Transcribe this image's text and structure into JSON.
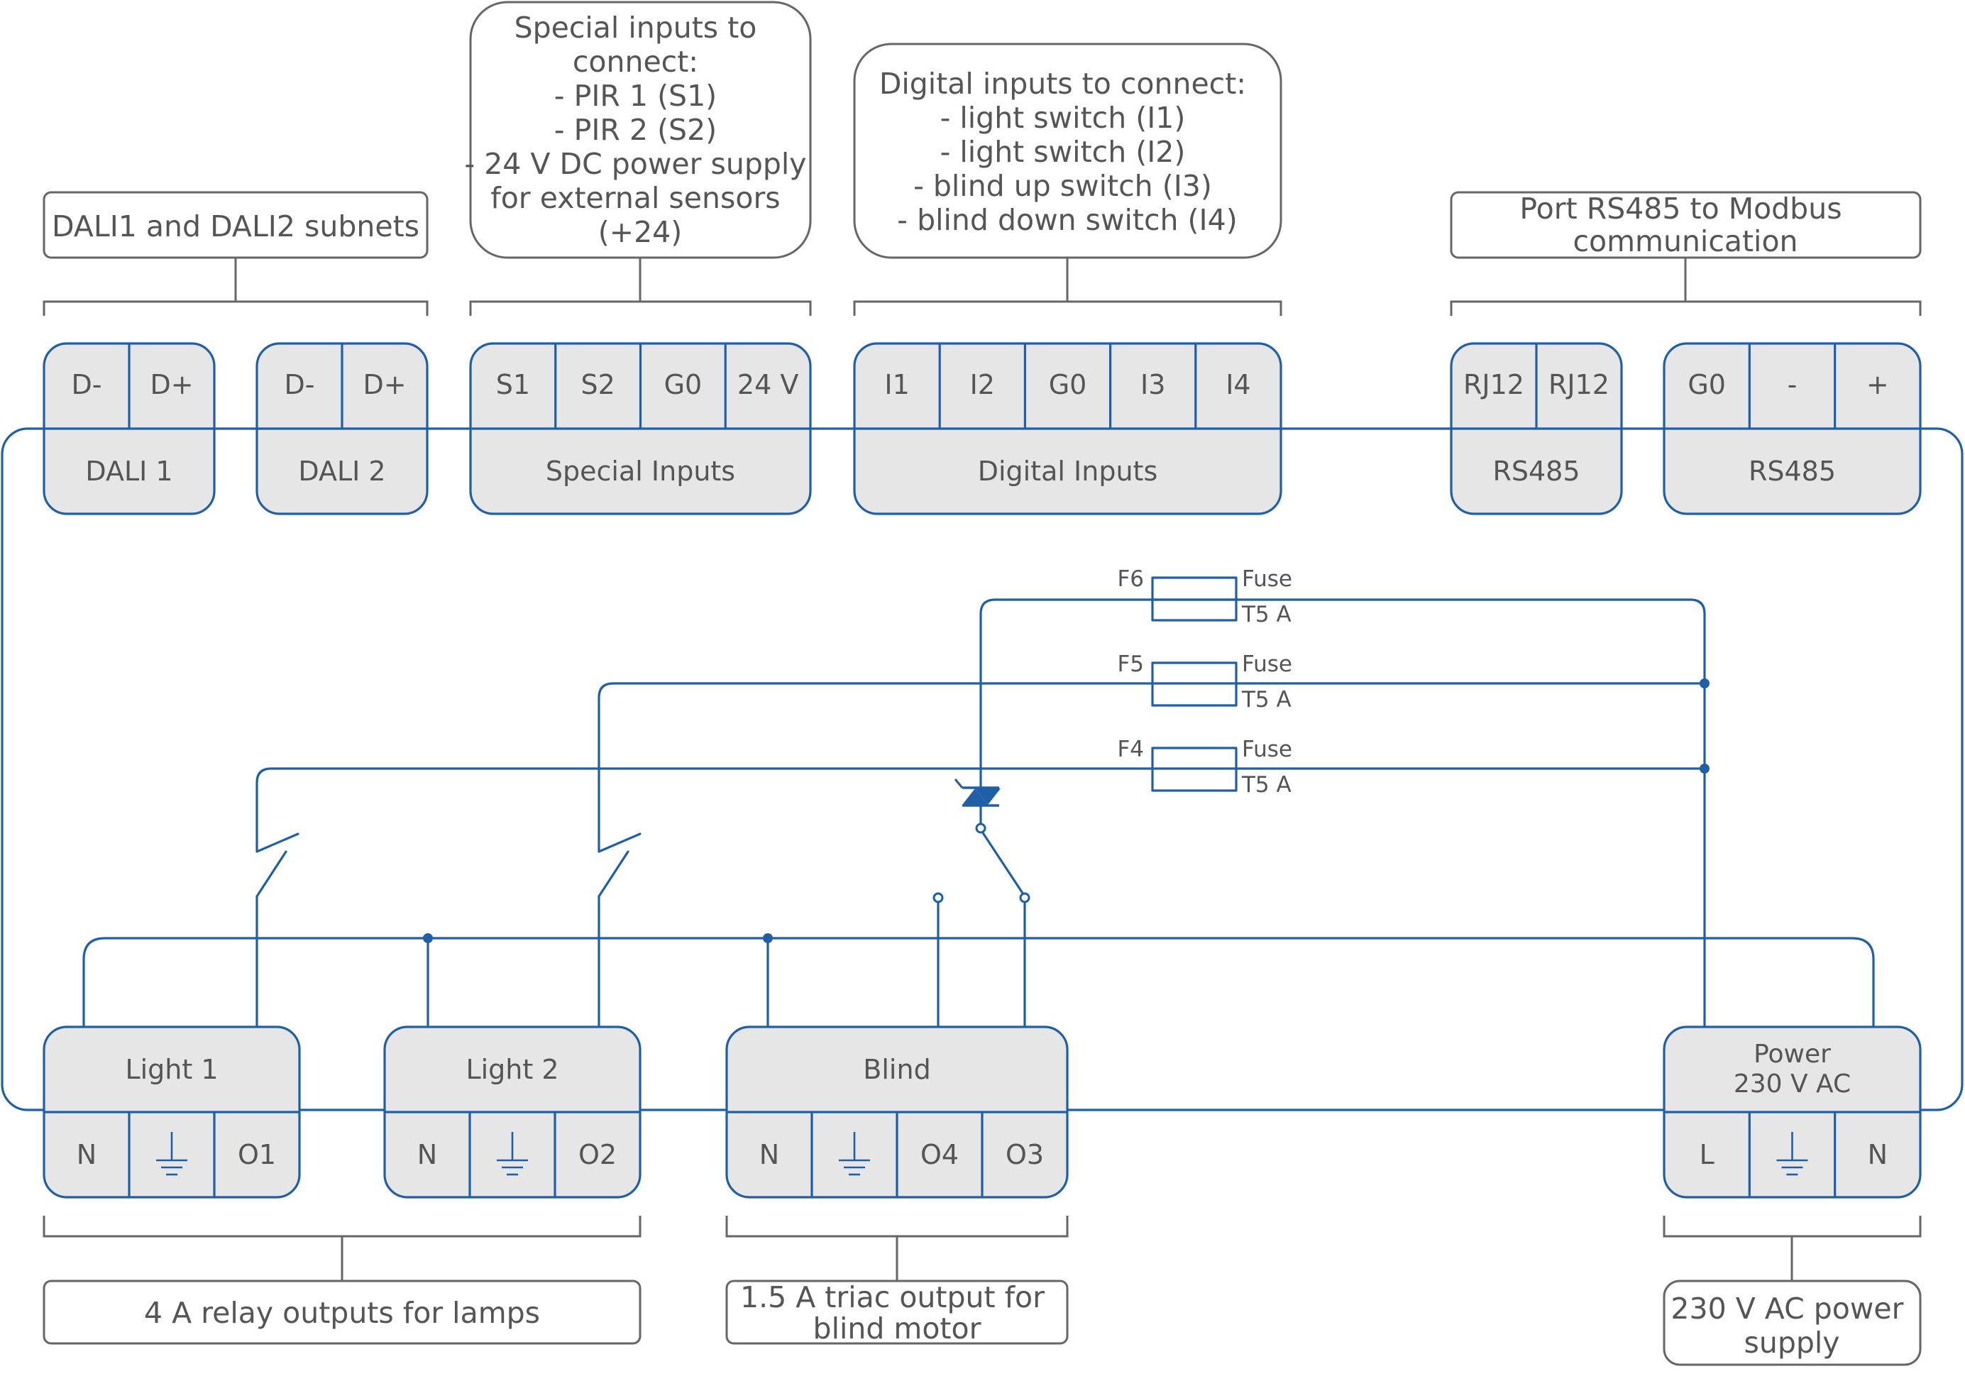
{
  "colors": {
    "wire": "#1f5fa8",
    "terminal_fill": "#e6e6e6",
    "text": "#555555",
    "box_stroke": "#666666"
  },
  "top_blocks": [
    {
      "title": "DALI 1",
      "pins": [
        "D-",
        "D+"
      ]
    },
    {
      "title": "DALI 2",
      "pins": [
        "D-",
        "D+"
      ]
    },
    {
      "title": "Special Inputs",
      "pins": [
        "S1",
        "S2",
        "G0",
        "24 V"
      ]
    },
    {
      "title": "Digital Inputs",
      "pins": [
        "I1",
        "I2",
        "G0",
        "I3",
        "I4"
      ]
    },
    {
      "title": "RS485",
      "pins": [
        "RJ12",
        "RJ12"
      ]
    },
    {
      "title": "RS485",
      "pins": [
        "G0",
        "-",
        "+"
      ]
    }
  ],
  "bottom_blocks": [
    {
      "title": "Light 1",
      "pins": [
        "N",
        "ground-icon",
        "O1"
      ]
    },
    {
      "title": "Light 2",
      "pins": [
        "N",
        "ground-icon",
        "O2"
      ]
    },
    {
      "title": "Blind",
      "pins": [
        "N",
        "ground-icon",
        "O4",
        "O3"
      ]
    },
    {
      "title": [
        "Power",
        "230 V AC"
      ],
      "pins": [
        "L",
        "ground-icon",
        "N"
      ]
    }
  ],
  "annotations": {
    "dali": [
      "DALI1 and DALI2 subnets"
    ],
    "special": [
      "Special inputs to",
      "connect:",
      "- PIR 1 (S1)",
      "- PIR 2 (S2)",
      "- 24 V DC power supply",
      "for external sensors",
      "(+24)"
    ],
    "digital": [
      "Digital inputs to connect:",
      "- light switch (I1)",
      "- light switch (I2)",
      "- blind up switch (I3)",
      "- blind down switch (I4)"
    ],
    "rs485": [
      "Port RS485 to Modbus",
      "communication"
    ],
    "relay": [
      "4 A relay outputs for lamps"
    ],
    "triac": [
      "1.5 A triac output for",
      "blind motor"
    ],
    "power": [
      "230 V AC power",
      "supply"
    ]
  },
  "fuses": [
    {
      "id": "F6",
      "type": "Fuse",
      "rating": "T5 A"
    },
    {
      "id": "F5",
      "type": "Fuse",
      "rating": "T5 A"
    },
    {
      "id": "F4",
      "type": "Fuse",
      "rating": "T5 A"
    }
  ]
}
